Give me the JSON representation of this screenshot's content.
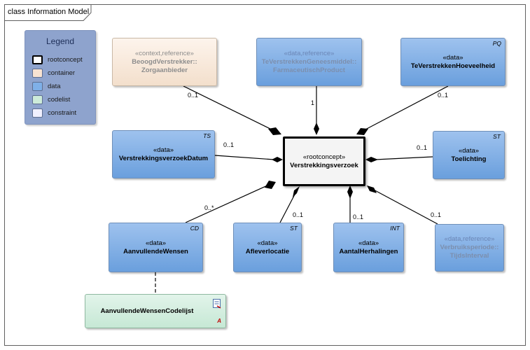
{
  "frame": {
    "title": "class Information Model"
  },
  "legend": {
    "title": "Legend",
    "items": [
      {
        "label": "rootconcept",
        "color": "#ffffff"
      },
      {
        "label": "container",
        "color": "#f8e3d2"
      },
      {
        "label": "data",
        "color": "#7fb0e8"
      },
      {
        "label": "codelist",
        "color": "#cdebd9"
      },
      {
        "label": "constraint",
        "color": "#f0f0ff"
      }
    ]
  },
  "root": {
    "stereotype": "«rootconcept»",
    "name": "Verstrekkingsverzoek"
  },
  "classes": {
    "zorgaanbieder": {
      "stereotype": "«context,reference»",
      "name_line1": "BeoogdVerstrekker::",
      "name_line2": "Zorgaanbieder",
      "multiplicity": "0..1"
    },
    "farmaceutisch": {
      "stereotype": "«data,reference»",
      "name_line1": "TeVerstrekkenGeneesmiddel::",
      "name_line2": "FarmaceutischProduct",
      "multiplicity": "1"
    },
    "hoeveelheid": {
      "tag": "PQ",
      "stereotype": "«data»",
      "name": "TeVerstrekkenHoeveelheid",
      "multiplicity": "0..1"
    },
    "datum": {
      "tag": "TS",
      "stereotype": "«data»",
      "name": "VerstrekkingsverzoekDatum",
      "multiplicity": "0..1"
    },
    "toelichting": {
      "tag": "ST",
      "stereotype": "«data»",
      "name": "Toelichting",
      "multiplicity": "0..1"
    },
    "wensen": {
      "tag": "CD",
      "stereotype": "«data»",
      "name": "AanvullendeWensen",
      "multiplicity": "0..*"
    },
    "afleverlocatie": {
      "tag": "ST",
      "stereotype": "«data»",
      "name": "Afleverlocatie",
      "multiplicity": "0..1"
    },
    "herhalingen": {
      "tag": "INT",
      "stereotype": "«data»",
      "name": "AantalHerhalingen",
      "multiplicity": "0..1"
    },
    "gebruiksperiode": {
      "stereotype": "«data,reference»",
      "name_line1": "Verbruiksperiode::",
      "name_line2": "TijdsInterval",
      "multiplicity": "0..1"
    },
    "codelijst": {
      "name": "AanvullendeWensenCodelijst",
      "marker": "A"
    }
  }
}
